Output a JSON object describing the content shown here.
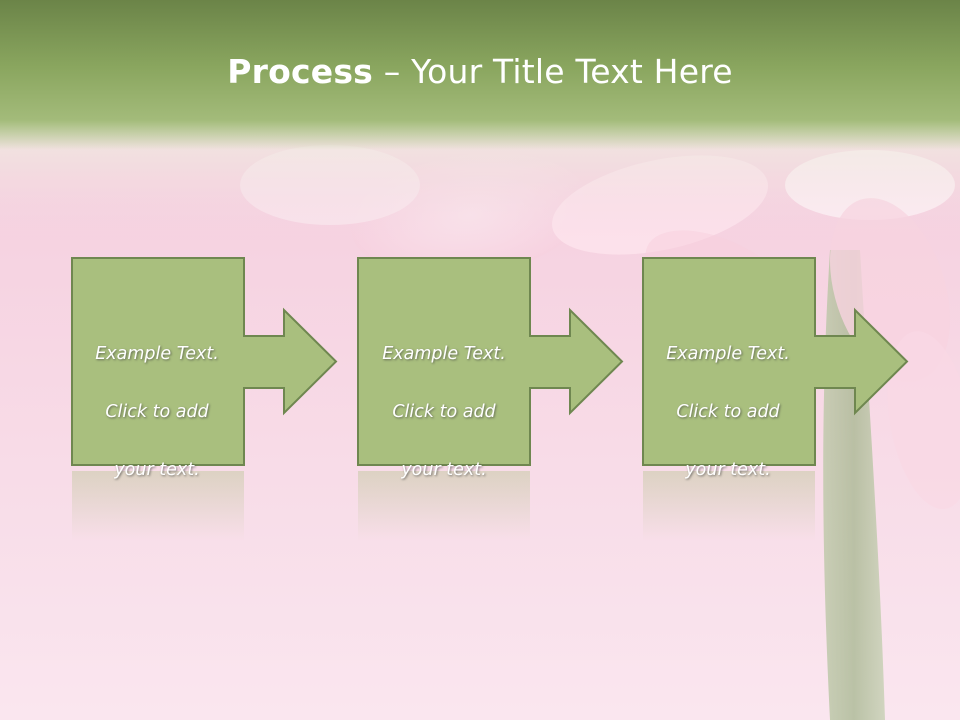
{
  "slide": {
    "title_bold": "Process",
    "title_rest": " – Your Title Text Here"
  },
  "steps": [
    {
      "line1": "Example Text.",
      "line2": "Click  to add",
      "line3": "your text."
    },
    {
      "line1": "Example Text.",
      "line2": "Click  to add",
      "line3": "your text."
    },
    {
      "line1": "Example Text.",
      "line2": "Click  to add",
      "line3": "your text."
    }
  ],
  "colors": {
    "header": "#8aa65f",
    "box_fill": "#a9bf7e",
    "box_stroke": "#6f8750",
    "background": "#f7d9e6"
  }
}
